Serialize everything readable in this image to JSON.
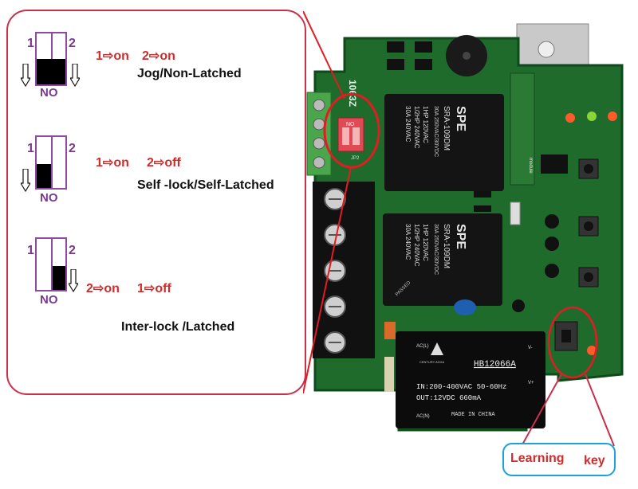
{
  "legend": {
    "configs": [
      {
        "num_left": "1",
        "num_right": "2",
        "no_label": "NO",
        "state_a": "1",
        "state_a_word": "on",
        "state_b": "2",
        "state_b_word": "on",
        "mode": "Jog/Non-Latched"
      },
      {
        "num_left": "1",
        "num_right": "2",
        "no_label": "NO",
        "state_a": "1",
        "state_a_word": "on",
        "state_b": "2",
        "state_b_word": "off",
        "mode": "Self -lock/Self-Latched"
      },
      {
        "num_left": "1",
        "num_right": "2",
        "no_label": "NO",
        "state_a": "2",
        "state_a_word": "on",
        "state_b": "1",
        "state_b_word": "off",
        "mode": "Inter-lock /Latched"
      }
    ]
  },
  "board": {
    "pcb_id": "1063Z",
    "relay_top": {
      "brand": "SPE",
      "model": "SRA-109DM",
      "spec1": "30A 250VAC/30VDC",
      "spec2": "1HP 120VAC",
      "spec3": "1/2HP 240VAC",
      "spec4": "30A 240VAC"
    },
    "relay_bottom": {
      "brand": "SPE",
      "model": "SRA-109DM",
      "spec1": "30A 250VAC/30VDC",
      "spec2": "1HP 120VAC",
      "spec3": "1/2HP 240VAC",
      "spec4": "30A 240VAC",
      "cert": "PASSED"
    },
    "psu": {
      "brand": "CENTURY AOXA",
      "model": "HB12066A",
      "input": "IN:200-400VAC  50-60Hz",
      "output": "OUT:12VDC 660mA",
      "origin": "MADE IN CHINA",
      "pin_ac_l": "AC(L)",
      "pin_ac_n": "AC(N)",
      "pin_vplus": "V+",
      "pin_vminus": "V-"
    },
    "dip": {
      "label": "NO",
      "marking": "JP2"
    },
    "module_label": "module"
  },
  "callout": {
    "word1": "Learning",
    "word2": "key"
  }
}
